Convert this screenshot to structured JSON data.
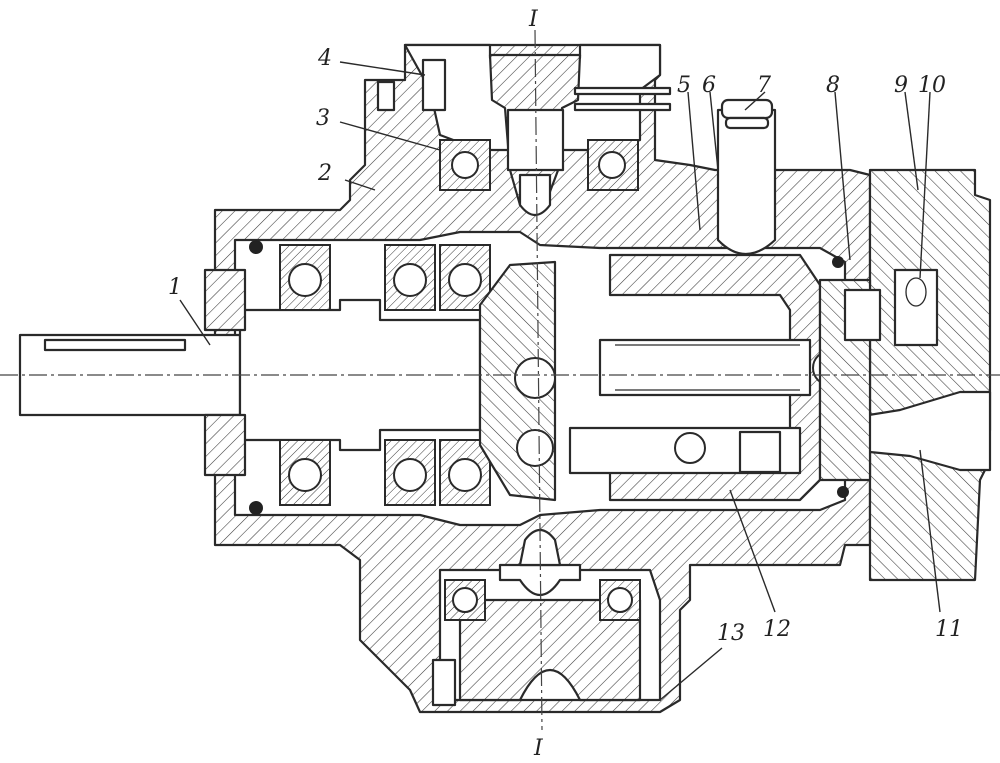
{
  "callouts": [
    "1",
    "2",
    "3",
    "4",
    "5",
    "6",
    "7",
    "8",
    "9",
    "10",
    "11",
    "12",
    "13"
  ],
  "section_marks": [
    "I",
    "I"
  ]
}
